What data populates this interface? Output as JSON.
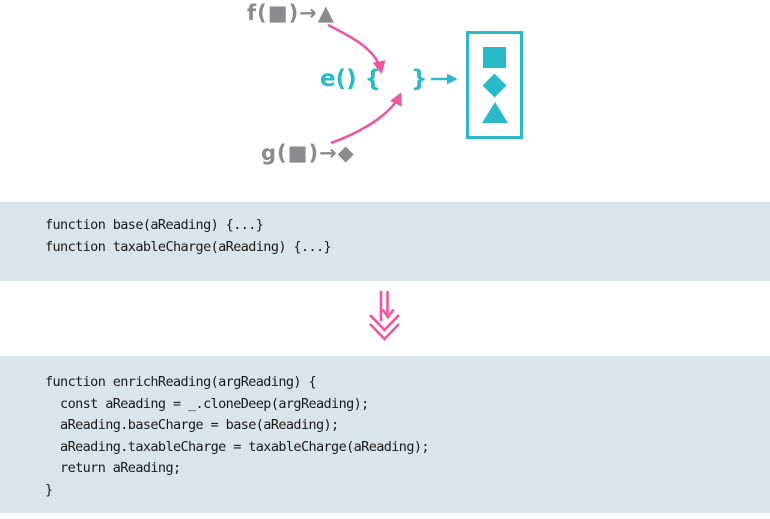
{
  "figure": {
    "diagram": {
      "f_label": "f(■)→▲",
      "g_label": "g(■)→◆",
      "transform_open": "e() {",
      "transform_close": "}",
      "output_box_shapes": [
        "square",
        "diamond",
        "triangle"
      ]
    },
    "code_before": {
      "lines": [
        "function base(aReading) {...}",
        "function taxableCharge(aReading) {...}"
      ]
    },
    "code_after": {
      "lines": [
        "function enrichReading(argReading) {",
        "  const aReading = _.cloneDeep(argReading);",
        "  aReading.baseCharge = base(aReading);",
        "  aReading.taxableCharge = taxableCharge(aReading);",
        "  return aReading;",
        "}"
      ]
    },
    "theme": {
      "teal": "#2ab9c8",
      "pink": "#ef55a0",
      "gray": "#8b8b8e",
      "code_bg": "#d9e5eb",
      "code_text": "#1b1b1b"
    }
  }
}
